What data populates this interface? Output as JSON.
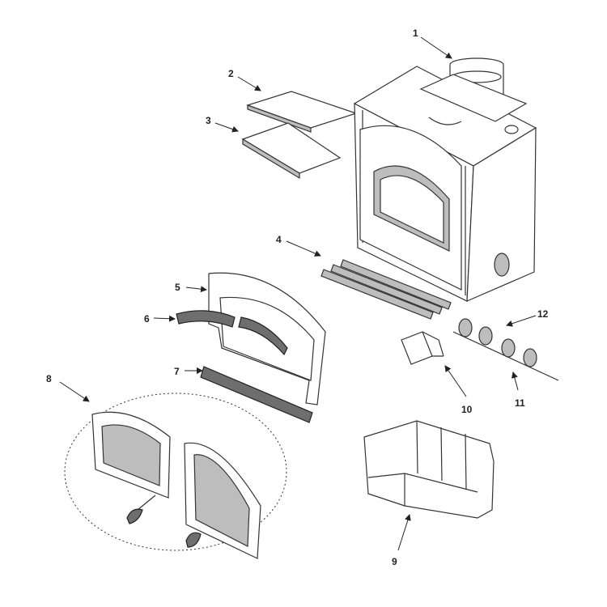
{
  "callouts": [
    {
      "id": "1",
      "label": "1"
    },
    {
      "id": "2",
      "label": "2"
    },
    {
      "id": "3",
      "label": "3"
    },
    {
      "id": "4",
      "label": "4"
    },
    {
      "id": "5",
      "label": "5"
    },
    {
      "id": "6",
      "label": "6"
    },
    {
      "id": "7",
      "label": "7"
    },
    {
      "id": "8",
      "label": "8"
    },
    {
      "id": "9",
      "label": "9"
    },
    {
      "id": "10",
      "label": "10"
    },
    {
      "id": "11",
      "label": "11"
    },
    {
      "id": "12",
      "label": "12"
    }
  ],
  "colors": {
    "line": "#333333",
    "fill_grey": "#bdbdbd",
    "fill_dark": "#6e6e6e"
  }
}
